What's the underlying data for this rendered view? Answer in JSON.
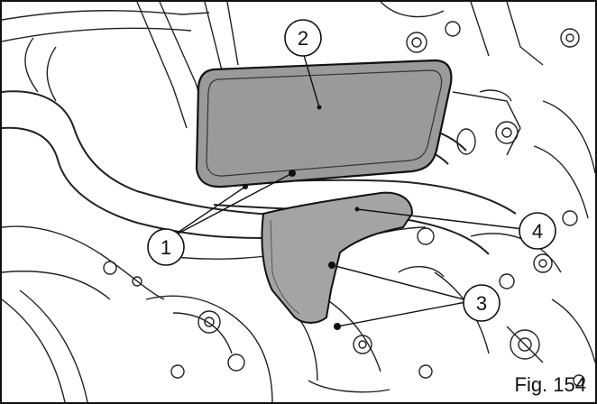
{
  "figure": {
    "caption": "Fig. 154",
    "callouts": [
      {
        "id": "1",
        "label": "1"
      },
      {
        "id": "2",
        "label": "2"
      },
      {
        "id": "3",
        "label": "3"
      },
      {
        "id": "4",
        "label": "4"
      }
    ]
  },
  "colors": {
    "line": "#111111",
    "cover_fill": "#9a9a9a",
    "cover_fill_lower": "#a4a4a4",
    "background": "#ffffff",
    "engine_shade": "#e6e6e6"
  },
  "icons": [
    "engine-line-drawing",
    "leader-line",
    "callout-circle"
  ]
}
